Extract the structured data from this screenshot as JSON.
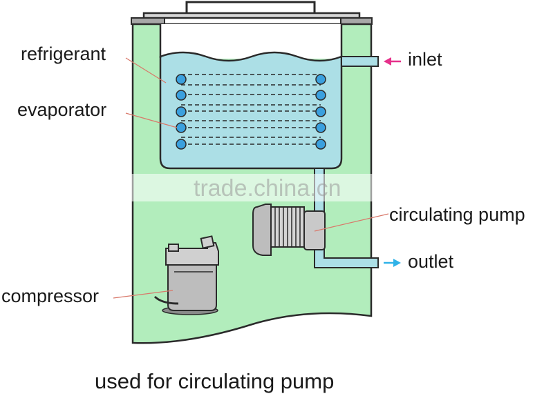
{
  "diagram": {
    "labels": {
      "refrigerant": "refrigerant",
      "evaporator": "evaporator",
      "inlet": "inlet",
      "pump": "circulating pump",
      "outlet": "outlet",
      "compressor": "compressor"
    },
    "caption": "used for circulating pump",
    "watermark": "trade.china.cn"
  },
  "colors": {
    "body_green": "#b2edbc",
    "tank_fluid": "#acdfe6",
    "coil_dot": "#3ba0de",
    "outline": "#2a2a2a",
    "inlet_arrow": "#e6318b",
    "outlet_arrow": "#2fb2e8",
    "machine_gray": "#bdbdbd",
    "leader_line": "#d9796b"
  },
  "icons": {
    "pump": "circulating-pump-icon",
    "compressor": "compressor-icon"
  }
}
